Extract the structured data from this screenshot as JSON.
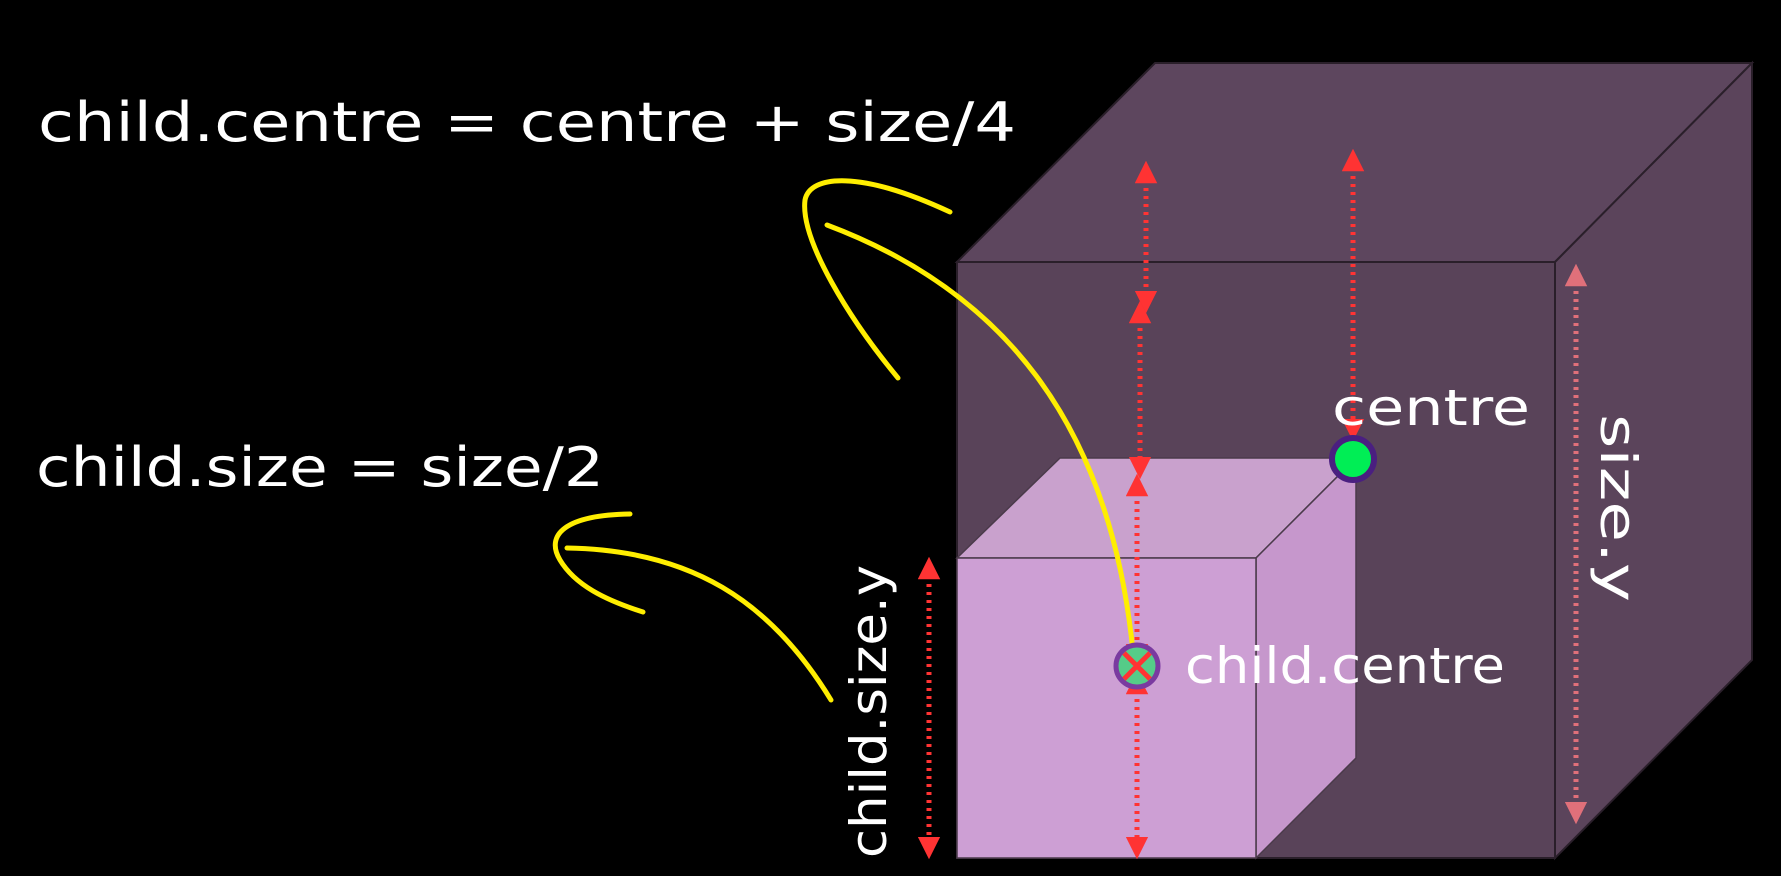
{
  "equations": {
    "child_centre": "child.centre = centre + size/4",
    "child_size": "child.size = size/2"
  },
  "labels": {
    "centre": "centre",
    "child_centre": "child.centre",
    "size_y": "size.y",
    "child_size_y": "child.size.y"
  },
  "colors": {
    "background": "#000000",
    "outer_front": "#594359",
    "outer_top": "#5d465e",
    "outer_side": "#5b445b",
    "inner_front": "#cd9fd4",
    "inner_top": "#c9a1cd",
    "inner_side": "#c697cc",
    "arrow_red": "#ff3333",
    "arrow_pink": "#e0707a",
    "curve_yellow": "#ffee00",
    "centre_dot": "#00ee55",
    "dot_outline": "#4a1f80"
  },
  "icons": {
    "centre_marker": "green-dot-icon",
    "child_centre_marker": "crossed-dot-icon"
  }
}
